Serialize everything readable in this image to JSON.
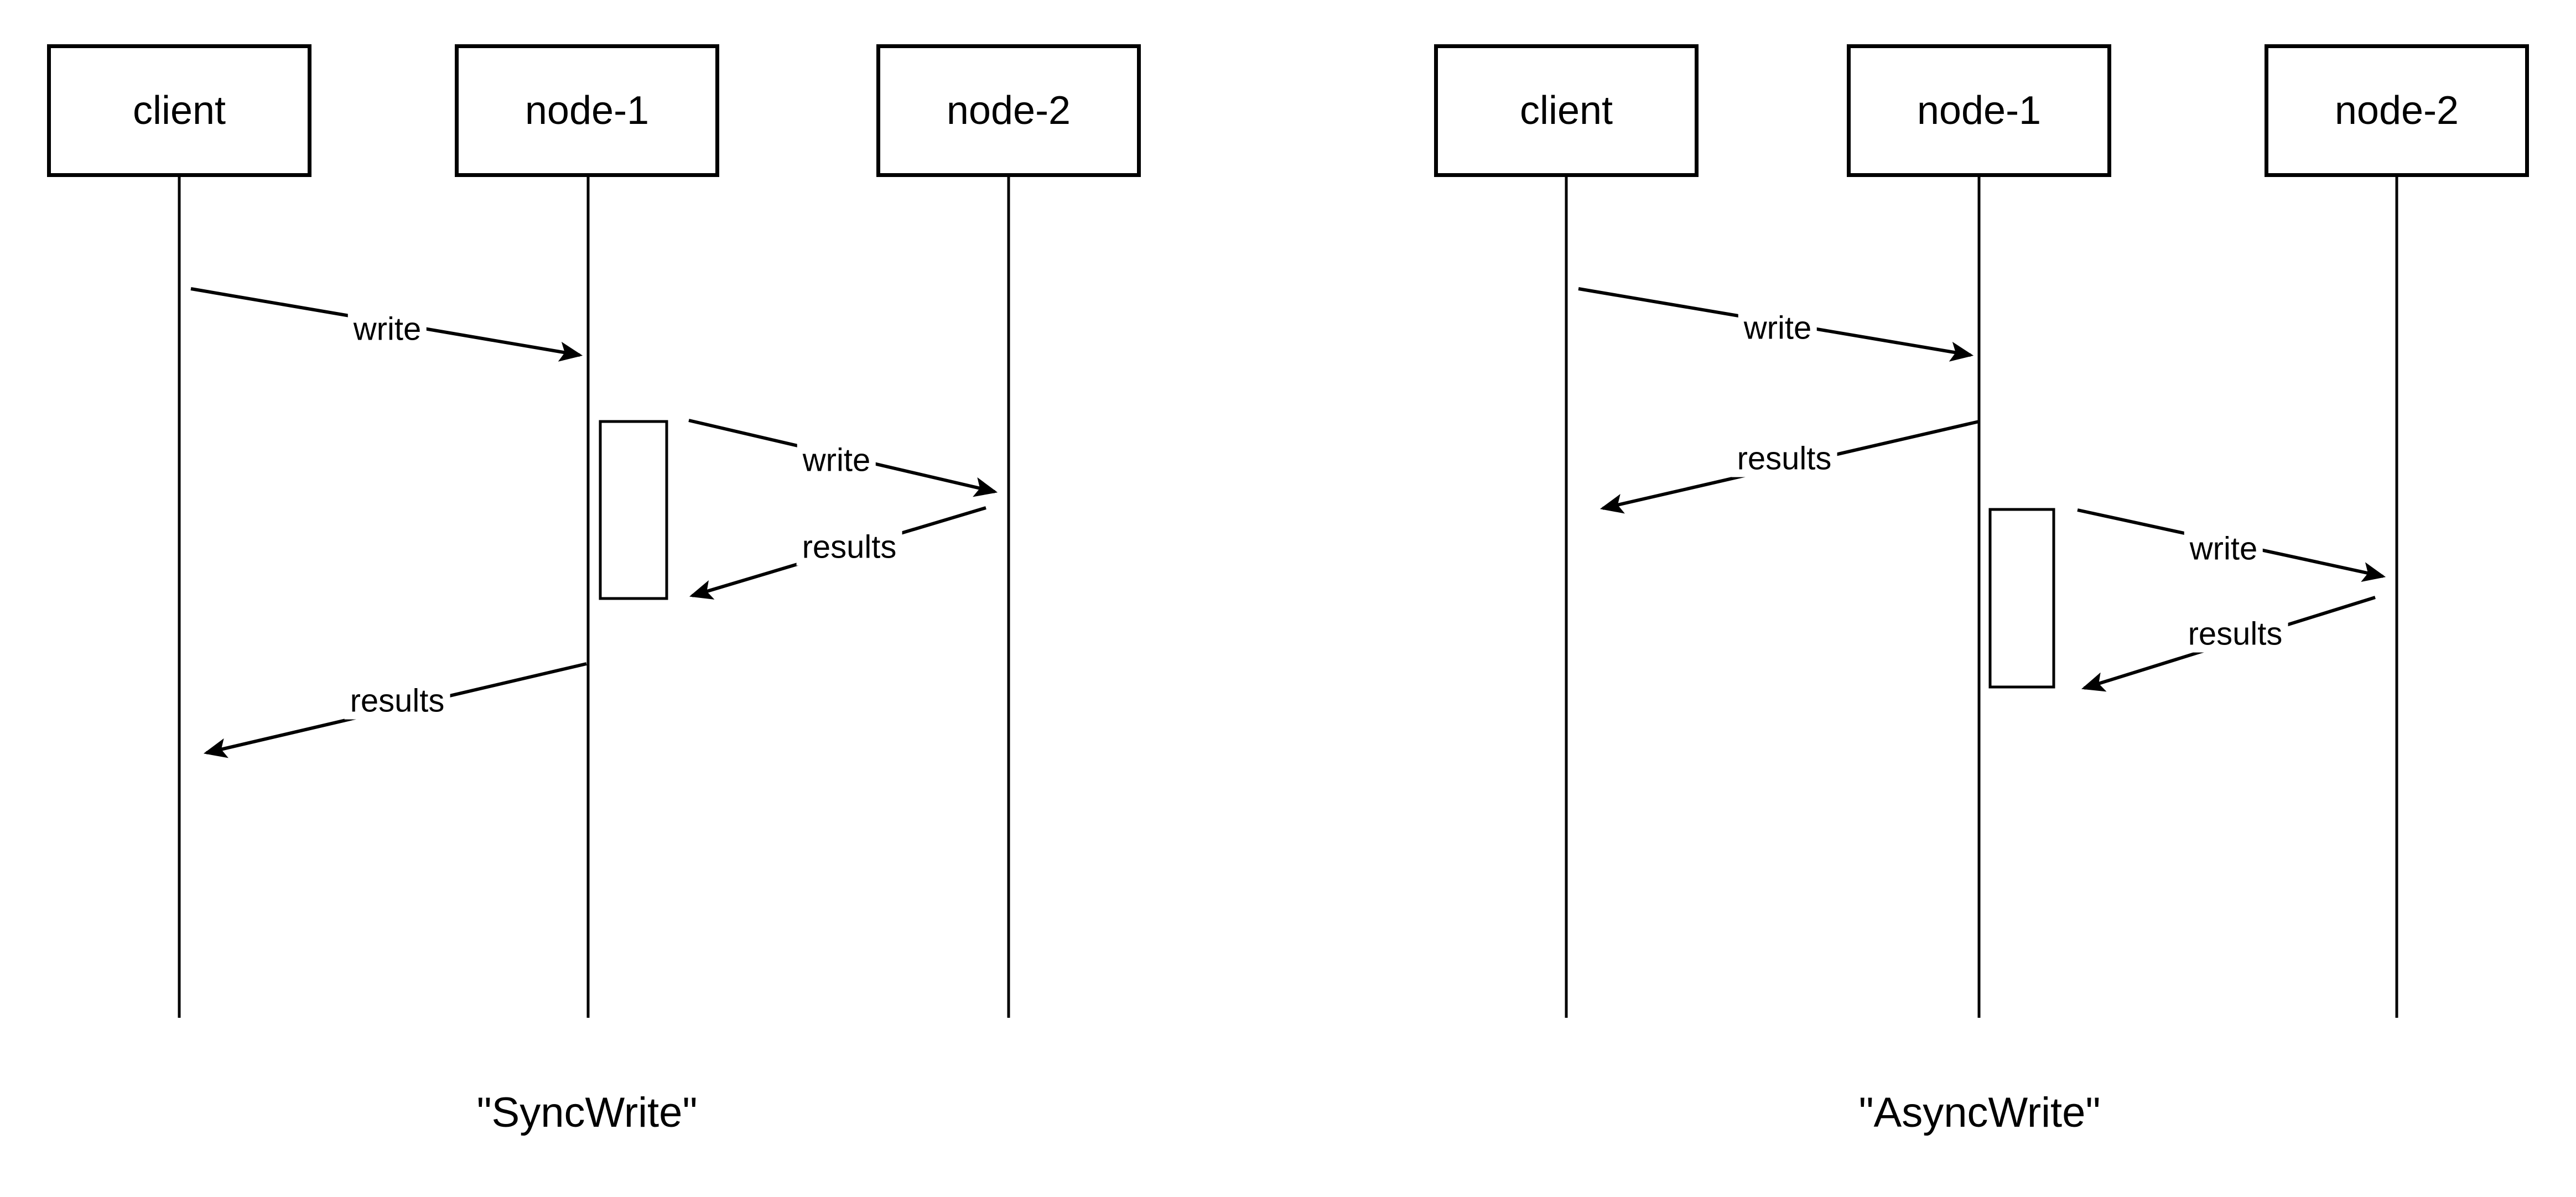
{
  "colors": {
    "ink": "#000000",
    "background": "#ffffff"
  },
  "diagrams": [
    {
      "name": "left",
      "title": "\"SyncWrite\"",
      "actors": [
        "client",
        "node-1",
        "node-2"
      ],
      "messages": [
        {
          "from": "client",
          "to": "node-1",
          "label": "write"
        },
        {
          "from": "node-1",
          "to": "node-2",
          "label": "write"
        },
        {
          "from": "node-2",
          "to": "node-1",
          "label": "results"
        },
        {
          "from": "node-1",
          "to": "client",
          "label": "results"
        }
      ]
    },
    {
      "name": "right",
      "title": "\"AsyncWrite\"",
      "actors": [
        "client",
        "node-1",
        "node-2"
      ],
      "messages": [
        {
          "from": "client",
          "to": "node-1",
          "label": "write"
        },
        {
          "from": "node-1",
          "to": "client",
          "label": "results"
        },
        {
          "from": "node-1",
          "to": "node-2",
          "label": "write"
        },
        {
          "from": "node-2",
          "to": "node-1",
          "label": "results"
        }
      ]
    }
  ]
}
